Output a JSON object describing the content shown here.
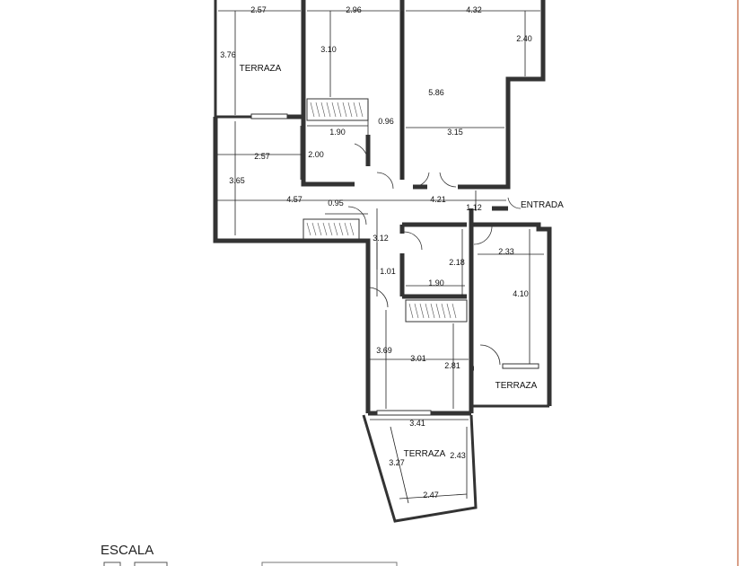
{
  "rooms": {
    "terrace_top": "TERRAZA",
    "terrace_right": "TERRAZA",
    "terrace_bottom": "TERRAZA",
    "entrance": "ENTRADA"
  },
  "dimensions": {
    "top_left_width": "2.57",
    "top_mid_width": "2.96",
    "top_right_width": "4.32",
    "top_right_height": "2.40",
    "terrace_height": "3.76",
    "mid_room_height": "3.10",
    "living_height": "5.86",
    "closet_depth": "0.96",
    "bath_width": "1.90",
    "living_width": "3.15",
    "left_room_width": "2.57",
    "bath_height": "2.00",
    "left_room_height": "3.65",
    "hall_left_width": "4.57",
    "hall_right_width": "4.21",
    "small_095": "0.95",
    "entrance_112": "1.12",
    "right_room_width": "2.33",
    "hall_height": "3.12",
    "bath2_height": "2.18",
    "closet2_depth": "1.01",
    "bath2_width": "1.90",
    "right_room_height": "4.10",
    "bottom_room_height": "3.69",
    "bottom_room_width": "3.01",
    "bottom_room_depth": "2.81",
    "bottom_terrace_top": "3.41",
    "bottom_terrace_left": "3.27",
    "bottom_terrace_right": "2.43",
    "bottom_terrace_bottom": "2.47"
  },
  "legend": {
    "scale_label": "ESCALA"
  },
  "colors": {
    "walls": "#333333",
    "frame": "#c0603a"
  }
}
